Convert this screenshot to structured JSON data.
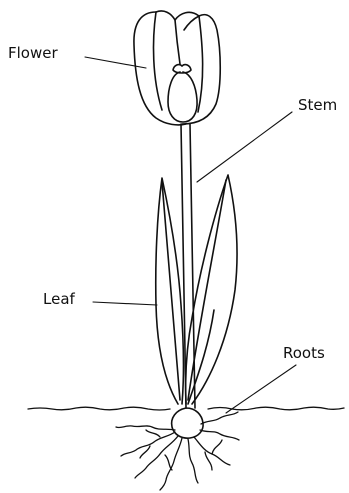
{
  "labels": {
    "flower": "Flower",
    "stem": "Stem",
    "leaf": "Leaf",
    "roots": "Roots"
  },
  "colors": {
    "ink": "#111111",
    "background": "#ffffff"
  }
}
